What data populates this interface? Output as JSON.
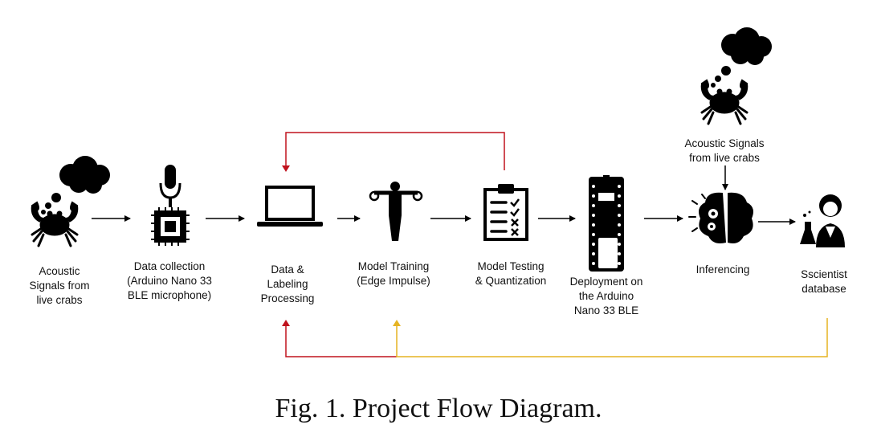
{
  "diagram": {
    "stages": [
      {
        "label": "Acoustic\nSignals from\nlive crabs",
        "icon": "crab-thought-icon"
      },
      {
        "label": "Data collection\n(Arduino Nano 33\nBLE microphone)",
        "icon": "microphone-chip-icon"
      },
      {
        "label": "Data &\nLabeling\nProcessing",
        "icon": "laptop-icon"
      },
      {
        "label": "Model Training\n(Edge Impulse)",
        "icon": "trainer-icon"
      },
      {
        "label": "Model Testing\n& Quantization",
        "icon": "clipboard-checklist-icon"
      },
      {
        "label": "Deployment on\nthe Arduino\nNano 33 BLE",
        "icon": "arduino-board-icon"
      },
      {
        "label": "Inferencing",
        "icon": "brain-gears-icon"
      },
      {
        "label": "Sscientist\ndatabase",
        "icon": "scientist-icon"
      }
    ],
    "input_label": "Acoustic Signals\nfrom live crabs",
    "feedback_colors": {
      "red": "#c0121d",
      "yellow": "#e6b422"
    }
  },
  "caption": "Fig. 1.  Project Flow Diagram."
}
